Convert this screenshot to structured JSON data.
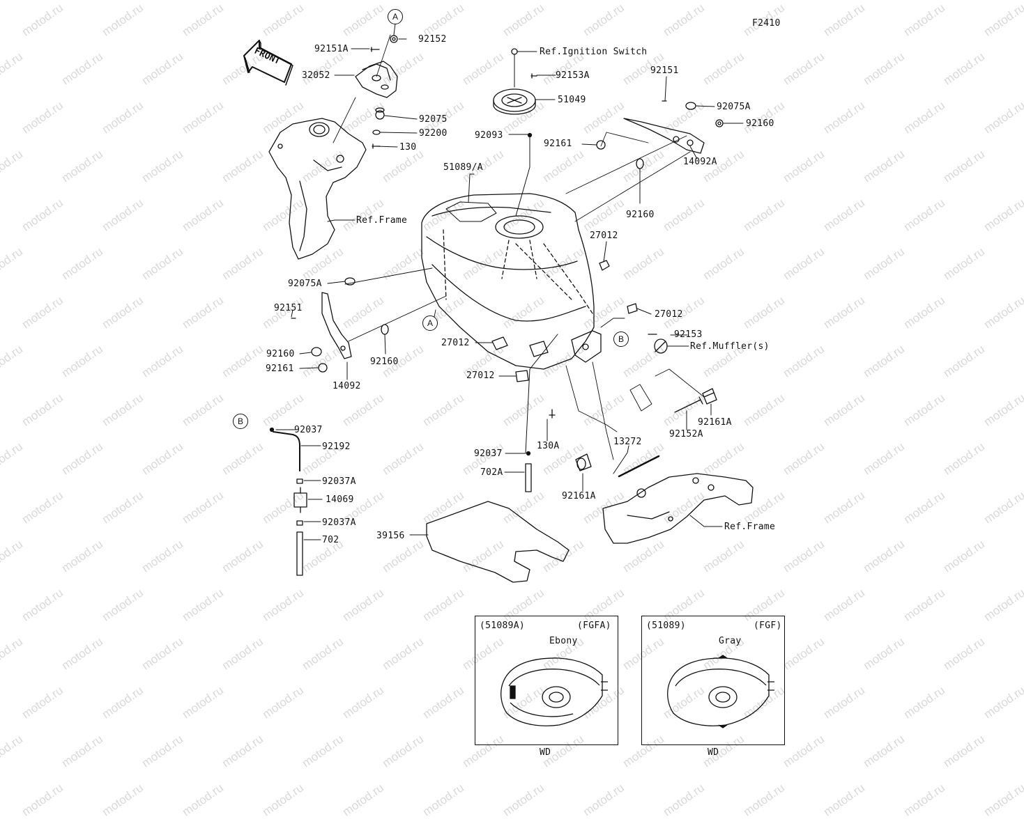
{
  "figure_code": "F2410",
  "front_label": "FRONT",
  "ref_marks": {
    "a": "A",
    "b": "B"
  },
  "parts": {
    "p_92151A": "92151A",
    "p_92152": "92152",
    "p_32052": "32052",
    "p_92075": "92075",
    "p_92200": "92200",
    "p_130": "130",
    "p_ref_ignition": "Ref.Ignition Switch",
    "p_92153A": "92153A",
    "p_51049": "51049",
    "p_92093": "92093",
    "p_92151_r": "92151",
    "p_92075A_r": "92075A",
    "p_92160_r": "92160",
    "p_92161_r": "92161",
    "p_14092A": "14092A",
    "p_51089A": "51089/A",
    "p_92160_m": "92160",
    "p_ref_frame_top": "Ref.Frame",
    "p_27012_r": "27012",
    "p_92075A_l": "92075A",
    "p_92151_l": "92151",
    "p_27012_m": "27012",
    "p_92153": "92153",
    "p_ref_muffler": "Ref.Muffler(s)",
    "p_92160_l": "92160",
    "p_92160_l2": "92160",
    "p_27012_l": "27012",
    "p_92161_l": "92161",
    "p_14092": "14092",
    "p_27012_b": "27012",
    "p_92161A_r": "92161A",
    "p_92152A": "92152A",
    "p_92037_l": "92037",
    "p_92192": "92192",
    "p_130A": "130A",
    "p_13272": "13272",
    "p_92037_m": "92037",
    "p_92037A_1": "92037A",
    "p_702A": "702A",
    "p_14069": "14069",
    "p_92161A_b": "92161A",
    "p_92037A_2": "92037A",
    "p_ref_frame_bot": "Ref.Frame",
    "p_39156": "39156",
    "p_702": "702"
  },
  "insets": [
    {
      "part": "(51089A)",
      "code": "(FGFA)",
      "color": "Ebony",
      "note": "WD"
    },
    {
      "part": "(51089)",
      "code": "(FGF)",
      "color": "Gray",
      "note": "WD"
    }
  ],
  "watermark": "motod.ru"
}
